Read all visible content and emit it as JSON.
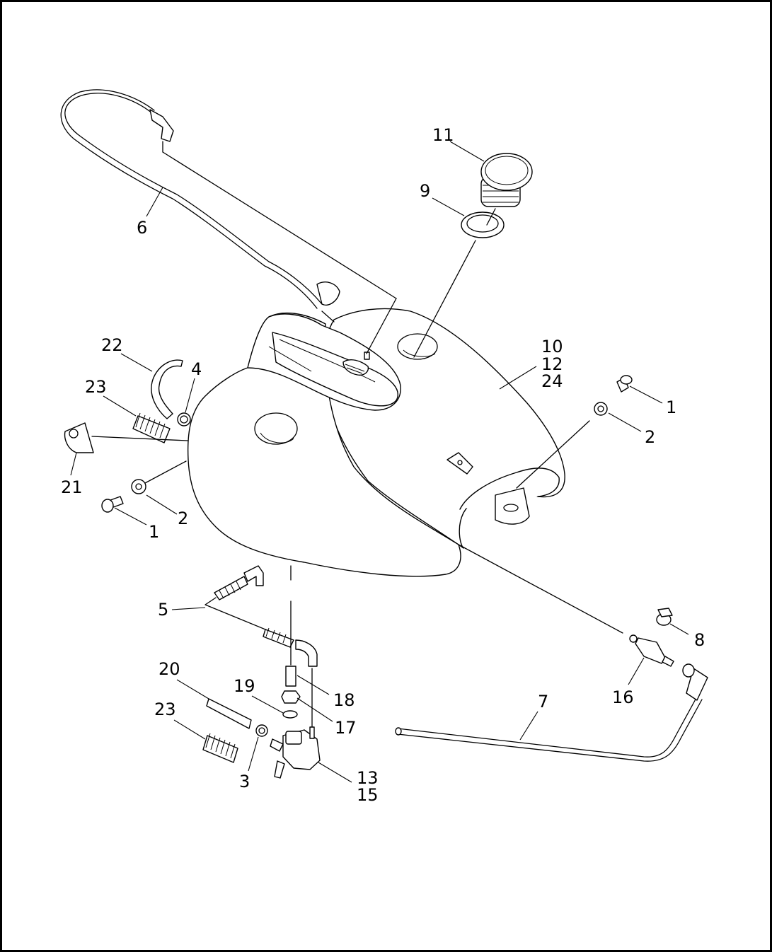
{
  "diagram": {
    "callouts": [
      {
        "id": "c-11",
        "text": "11"
      },
      {
        "id": "c-9",
        "text": "9"
      },
      {
        "id": "c-6",
        "text": "6"
      },
      {
        "id": "c-10",
        "text": "10"
      },
      {
        "id": "c-12",
        "text": "12"
      },
      {
        "id": "c-24",
        "text": "24"
      },
      {
        "id": "c-1-right",
        "text": "1"
      },
      {
        "id": "c-2-right",
        "text": "2"
      },
      {
        "id": "c-22",
        "text": "22"
      },
      {
        "id": "c-4",
        "text": "4"
      },
      {
        "id": "c-23-top",
        "text": "23"
      },
      {
        "id": "c-21",
        "text": "21"
      },
      {
        "id": "c-2-left",
        "text": "2"
      },
      {
        "id": "c-1-left",
        "text": "1"
      },
      {
        "id": "c-5",
        "text": "5"
      },
      {
        "id": "c-8",
        "text": "8"
      },
      {
        "id": "c-16",
        "text": "16"
      },
      {
        "id": "c-7",
        "text": "7"
      },
      {
        "id": "c-20",
        "text": "20"
      },
      {
        "id": "c-19",
        "text": "19"
      },
      {
        "id": "c-18",
        "text": "18"
      },
      {
        "id": "c-17",
        "text": "17"
      },
      {
        "id": "c-23-bottom",
        "text": "23"
      },
      {
        "id": "c-3",
        "text": "3"
      },
      {
        "id": "c-13",
        "text": "13"
      },
      {
        "id": "c-15",
        "text": "15"
      }
    ]
  }
}
